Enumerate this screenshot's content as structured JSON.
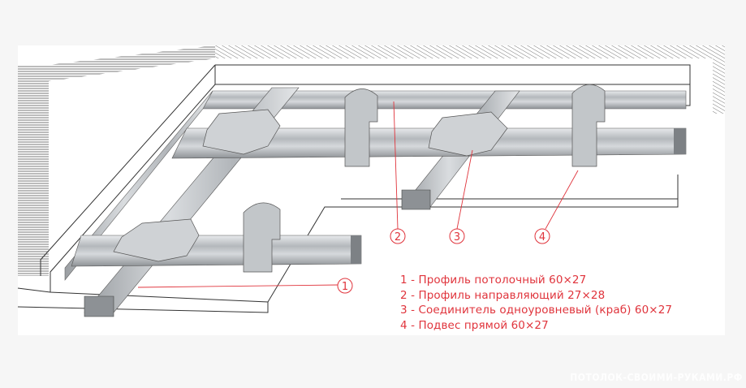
{
  "legend": {
    "items": [
      "1 - Профиль потолочный 60×27",
      "2 - Профиль направляющий 27×28",
      "3 - Соединитель одноуровневый (краб) 60×27",
      "4 - Подвес прямой 60×27"
    ]
  },
  "callouts": [
    "1",
    "2",
    "3",
    "4"
  ],
  "watermark": "ПОТОЛОК-СВОИМИ-РУКАМИ.РФ",
  "colors": {
    "accent": "#e0343c",
    "metal": "#b8bcc0",
    "hatch": "#555555"
  }
}
